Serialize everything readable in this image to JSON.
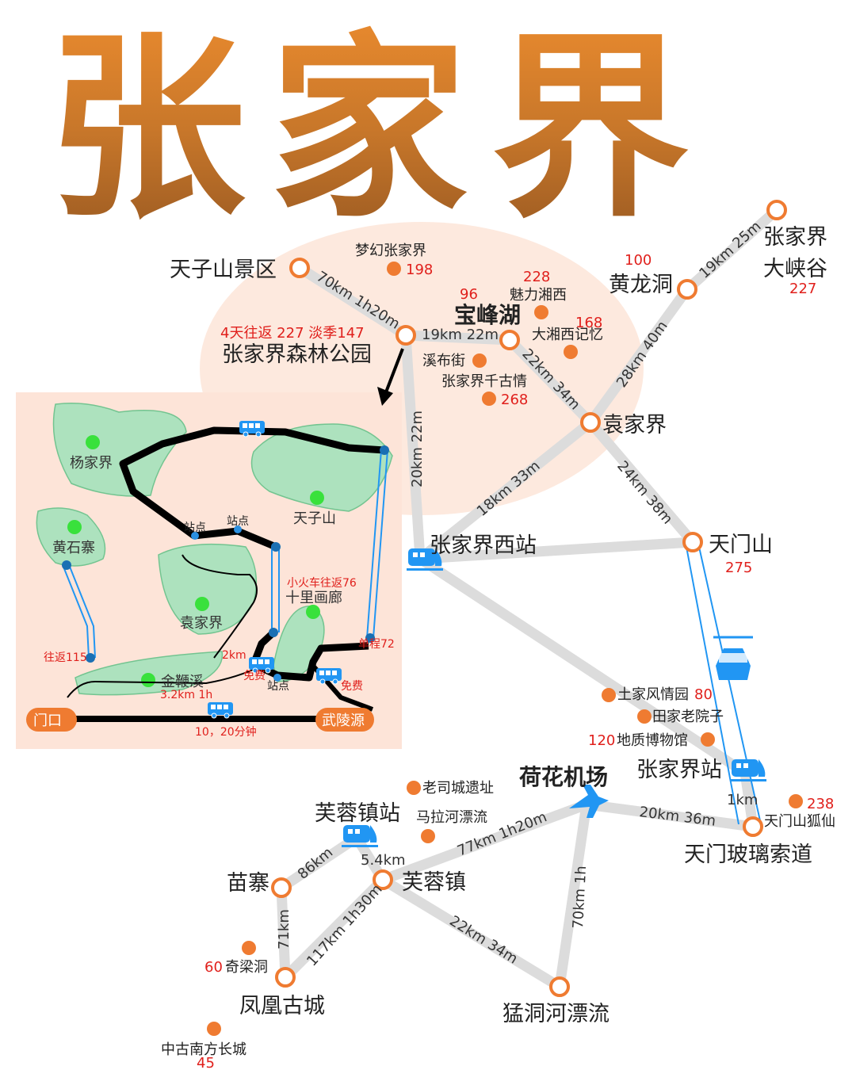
{
  "title": "张家界",
  "colors": {
    "route": "#dcdcdc",
    "station": "#ef7b31",
    "price": "#e0201c",
    "rail": "#2196f3",
    "park": "#a9e2bd",
    "inset_bg": "#fde4d8"
  },
  "stations": {
    "tianzishan_area": "天子山景区",
    "forest_park": "张家界森林公园",
    "forest_park_price": "4天往返 227 淡季147",
    "baofeng_lake": "宝峰湖",
    "baofeng_price": "96",
    "yuanjiajie": "袁家界",
    "huanglong_cave": "黄龙洞",
    "huanglong_price": "100",
    "grand_canyon_1": "张家界",
    "grand_canyon_2": "大峡谷",
    "grand_canyon_price": "227",
    "west_station": "张家界西站",
    "tianmen_mountain": "天门山",
    "tianmen_price": "275",
    "zjj_station": "张家界站",
    "glass_cableway": "天门玻璃索道",
    "airport": "荷花机场",
    "furong_station": "芙蓉镇站",
    "furong_town": "芙蓉镇",
    "miao_village": "苗寨",
    "fenghuang": "凤凰古城",
    "mengdong_river": "猛洞河漂流"
  },
  "routes": {
    "tz_forest": "70km 1h20m",
    "forest_baofeng": "19km 22m",
    "baofeng_yuan": "22km 34m",
    "forest_west": "20km 22m",
    "yuan_west": "18km 33m",
    "yuan_huanglong": "28km 40m",
    "huanglong_canyon": "19km 25m",
    "yuan_tianmen": "24km 38m",
    "zjj_glass": "1km",
    "airport_glass": "20km 36m",
    "airport_furong": "77km 1h20m",
    "airport_mengdong": "70km 1h",
    "furong_mengdong": "22km 34m",
    "furong_station_town": "5.4km",
    "miao_furongstation": "86km",
    "miao_fenghuang": "71km",
    "fenghuang_furong": "117km 1h30m"
  },
  "attractions": {
    "dream": {
      "name": "梦幻张家界",
      "price": "198"
    },
    "charm": {
      "name": "魅力湘西",
      "price": "228"
    },
    "memory": {
      "name": "大湘西记忆",
      "price": "168"
    },
    "xibu": {
      "name": "溪布街"
    },
    "qiangu": {
      "name": "张家界千古情",
      "price": "268"
    },
    "tujia": {
      "name": "土家风情园",
      "price": "80"
    },
    "tianjia": {
      "name": "田家老院子"
    },
    "geo": {
      "name": "地质博物馆",
      "price": "120"
    },
    "fox": {
      "name": "天门山狐仙",
      "price": "238"
    },
    "laosi": {
      "name": "老司城遗址"
    },
    "mala": {
      "name": "马拉河漂流"
    },
    "qiliang": {
      "name": "奇梁洞",
      "price": "60"
    },
    "greatwall": {
      "name": "中古南方长城",
      "price": "45"
    }
  },
  "inset": {
    "yangjiajie": "杨家界",
    "tianzishan": "天子山",
    "huangshizhai": "黄石寨",
    "yuanjiajie": "袁家界",
    "shili": "十里画廊",
    "jinbianxi": "金鞭溪",
    "jinbianxi_dist": "3.2km 1h",
    "train": "小火车往返76",
    "cable_one_way": "单程72",
    "cable_round": "往返115",
    "walk": "2km",
    "free1": "免费",
    "free2": "免费",
    "stop1": "站点",
    "stop2": "站点",
    "stop3": "站点",
    "gate": "门口",
    "wulingyuan": "武陵源",
    "bus": "10，20分钟"
  }
}
